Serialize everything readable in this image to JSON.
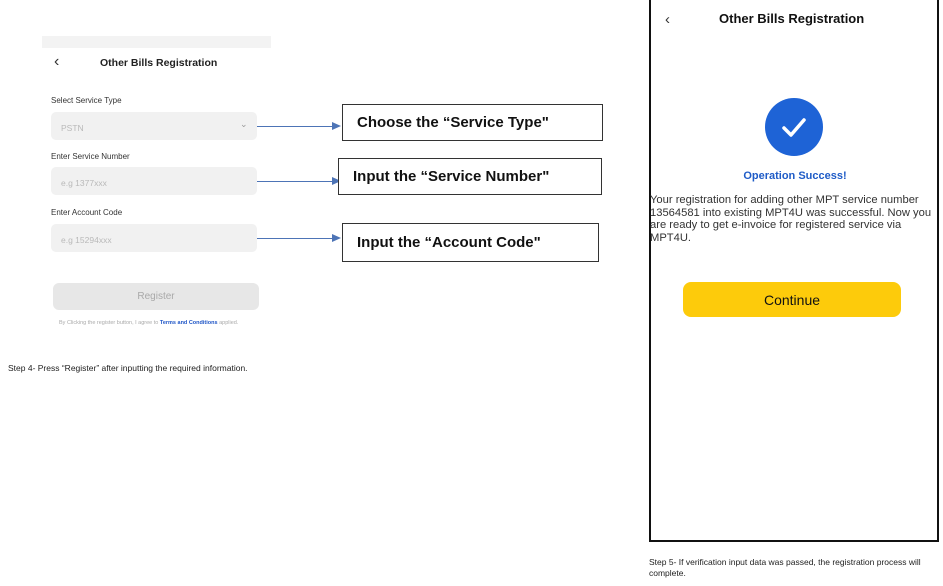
{
  "left_screen": {
    "title": "Other Bills Registration",
    "service_type_label": "Select Service Type",
    "service_type_value": "PSTN",
    "service_number_label": "Enter Service Number",
    "service_number_placeholder": "e.g 1377xxx",
    "account_code_label": "Enter Account Code",
    "account_code_placeholder": "e.g 15294xxx",
    "register_label": "Register",
    "terms_prefix": "By Clicking the register button, I agree to ",
    "terms_link": "Terms and Conditions",
    "terms_suffix": " applied."
  },
  "callouts": [
    "Choose the “Service Type\"",
    "Input the “Service Number\"",
    "Input the “Account Code\""
  ],
  "step4_caption": "Step 4- Press “Register” after inputting the required information.",
  "right_screen": {
    "title": "Other Bills Registration",
    "success_title": "Operation Success!",
    "success_message": "Your registration for adding other MPT service number 13564581 into existing MPT4U was successful. Now you are ready to get e-invoice for registered service via MPT4U.",
    "continue_label": "Continue"
  },
  "step5_caption": "Step 5- If verification input data was passed, the registration process will complete.",
  "colors": {
    "accent_blue": "#1e63d6",
    "continue_yellow": "#fdcb0b",
    "arrow_blue": "#4d74b6"
  },
  "icons": {
    "back": "chevron-left-icon",
    "dropdown": "chevron-down-icon",
    "success": "check-circle-icon"
  }
}
